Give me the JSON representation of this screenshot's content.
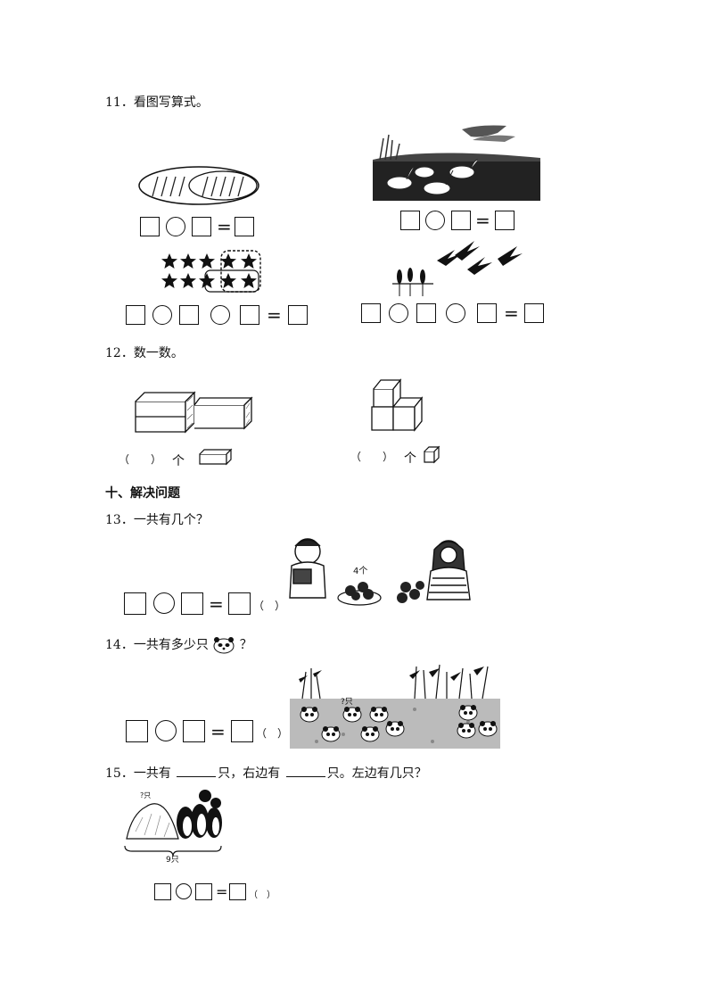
{
  "q11": {
    "title": "11．看图写算式。"
  },
  "q12": {
    "title": "12．数一数。",
    "unit_left": "个",
    "unit_right": "个",
    "paren_left": "（　　）",
    "paren_right": "（　　）"
  },
  "section10": {
    "title": "十、解决问题"
  },
  "q13": {
    "title": "13．一共有几个？",
    "apple_label": "4个",
    "paren": "（　）"
  },
  "q14": {
    "title_prefix": "14．一共有多少只",
    "title_suffix": "？",
    "panda_label": "?只",
    "paren": "（　）"
  },
  "q15": {
    "part1": "15．一共有",
    "part2": "只，右边有",
    "part3": "只。左边有几只？",
    "brace_label": "9只",
    "top_label": "?只",
    "paren": "（　）"
  },
  "symbols": {
    "equals": "="
  }
}
